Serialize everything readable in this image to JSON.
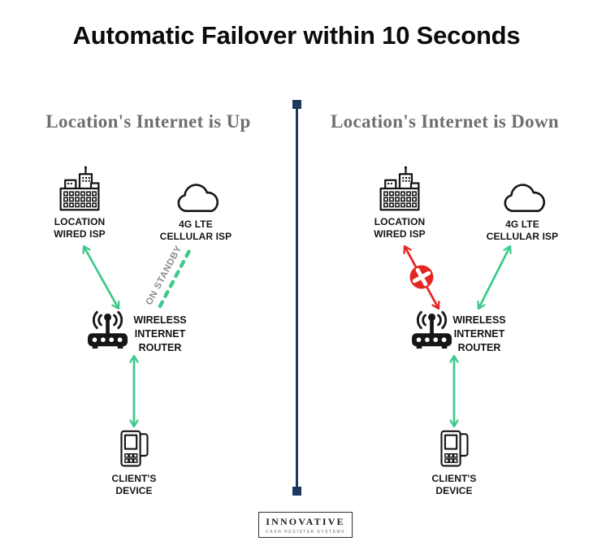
{
  "title": "Automatic Failover within 10 Seconds",
  "colors": {
    "green": "#3ec98b",
    "red": "#e42620",
    "navy": "#1d3a5e",
    "ink": "#141414",
    "header_gray": "#6f6f6f",
    "standby_gray": "#8e8e8e"
  },
  "panels": [
    {
      "header": "Location's Internet is Up",
      "wired_label": "LOCATION\nWIRED ISP",
      "cellular_label": "4G LTE\nCELLULAR ISP",
      "router_label": "WIRELESS\nINTERNET\nROUTER",
      "device_label": "CLIENT'S DEVICE",
      "standby_label": "ON STANDBY"
    },
    {
      "header": "Location's Internet is Down",
      "wired_label": "LOCATION\nWIRED ISP",
      "cellular_label": "4G LTE\nCELLULAR ISP",
      "router_label": "WIRELESS\nINTERNET\nROUTER",
      "device_label": "CLIENT'S DEVICE"
    }
  ],
  "logo": {
    "name": "INNOVATIVE",
    "tagline": "CASH REGISTER SYSTEMS"
  }
}
